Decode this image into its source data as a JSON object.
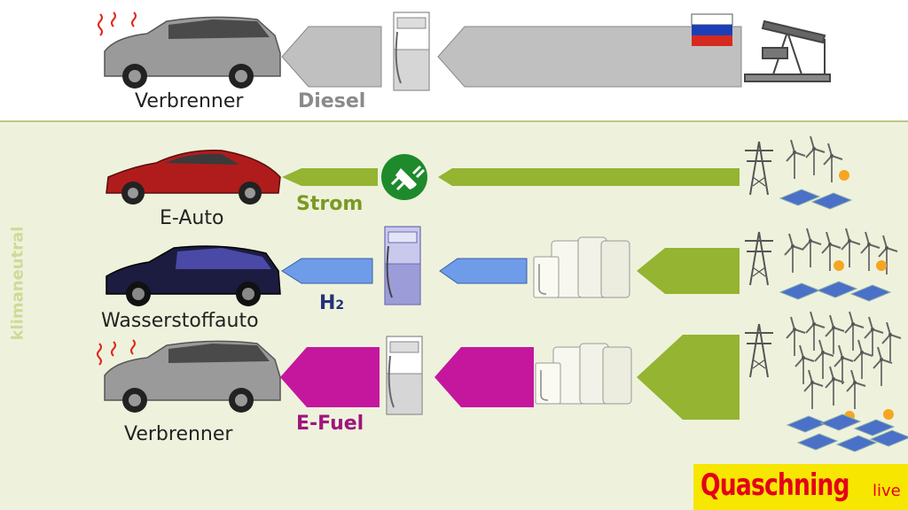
{
  "labels": {
    "top_car": "Verbrenner",
    "diesel": "Diesel",
    "ecar": "E-Auto",
    "strom": "Strom",
    "h2car": "Wasserstoffauto",
    "h2_main": "H",
    "h2_sub": "2",
    "bottom_car": "Verbrenner",
    "efuel": "E-Fuel",
    "side": "klimaneutral"
  },
  "brand": {
    "main": "Quaschning",
    "sub": "live"
  },
  "colors": {
    "diesel_arrow": "#c0c0c0",
    "strom_arrow": "#94b432",
    "h2_arrow": "#6f9ce8",
    "efuel_arrow": "#c4179e",
    "source_arrow": "#94b432",
    "green_zone": "#eef2dc",
    "brand_yellow": "#f7e600",
    "brand_red": "#e4001b"
  },
  "icons": [
    "heat-icon",
    "gray-car-icon",
    "fuel-pump-icon",
    "russia-flag-icon",
    "oil-pumpjack-icon",
    "red-car-icon",
    "plug-icon",
    "pylon-icon",
    "wind-turbine-icon",
    "solar-panel-icon",
    "blue-car-icon",
    "tank-icon"
  ]
}
